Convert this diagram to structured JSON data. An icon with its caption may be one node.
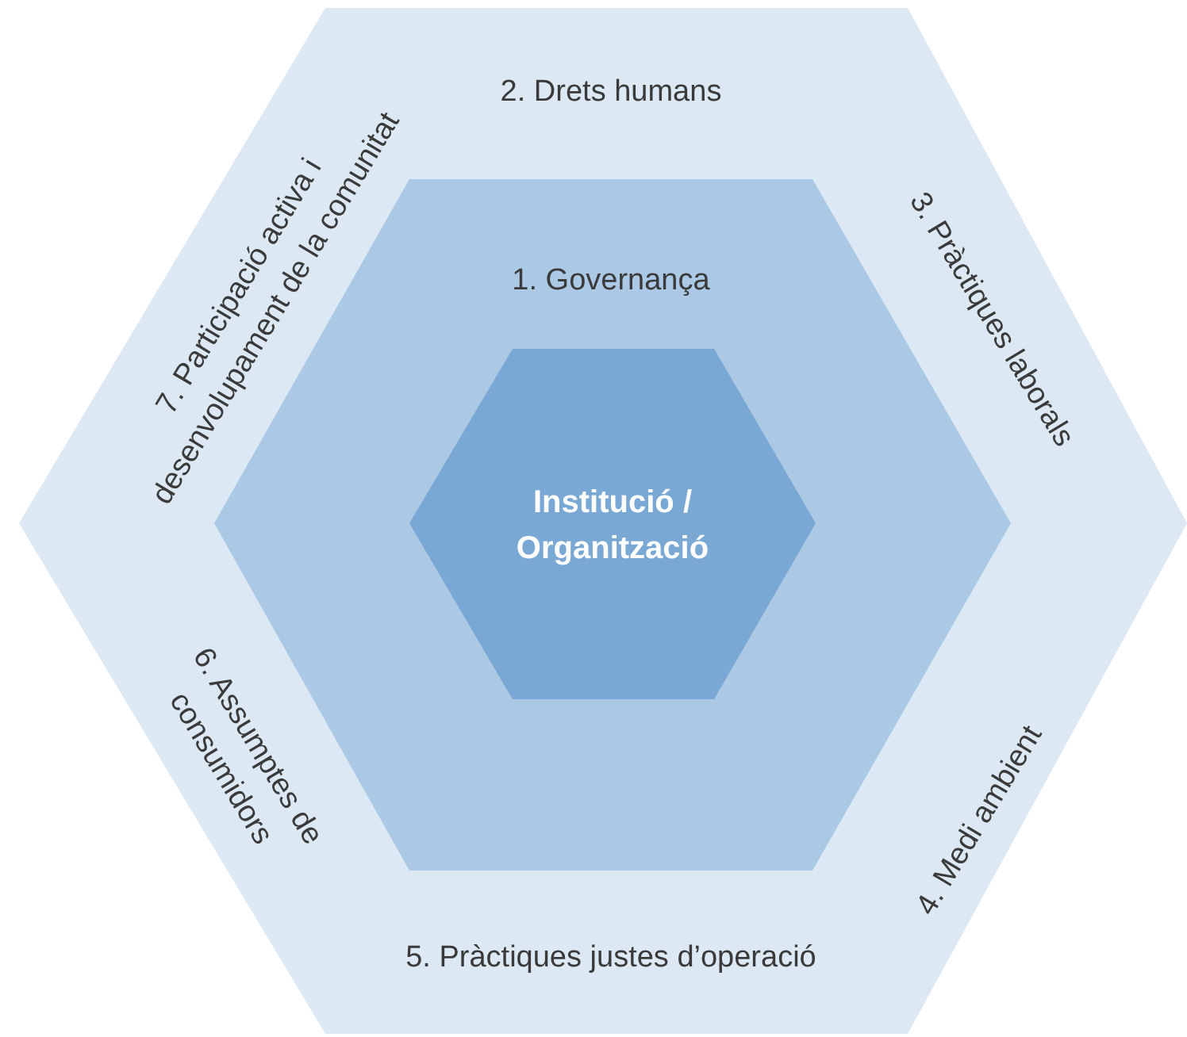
{
  "diagram": {
    "nodes": [
      {
        "text": [
          "2. Drets humans",
          "3. Pràctiques laborals",
          "4. Medi ambient",
          "5. Pràctiques justes d’operació",
          "6. Assumptes de consumidors",
          "7. Participació activa i desenvolupament de la comunitat"
        ]
      },
      {
        "text": [
          "1. Governança"
        ],
        "in": 0
      },
      {
        "text": [
          "Institució / Organització"
        ],
        "in": 1
      }
    ]
  }
}
